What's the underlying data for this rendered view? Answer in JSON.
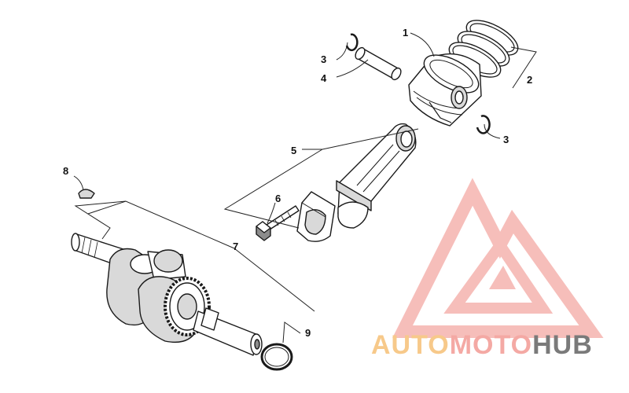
{
  "callouts": {
    "c1": "1",
    "c2": "2",
    "c3a": "3",
    "c3b": "3",
    "c4": "4",
    "c5": "5",
    "c6": "6",
    "c7": "7",
    "c8": "8",
    "c9": "9"
  },
  "watermark": {
    "part1": "AUTO",
    "part2": "MOTO",
    "part3": "HUB",
    "color_auto": "#f7c98a",
    "color_moto": "#f4a9a4",
    "color_hub": "#7a7a7a",
    "logo_color": "#f4a9a4"
  }
}
